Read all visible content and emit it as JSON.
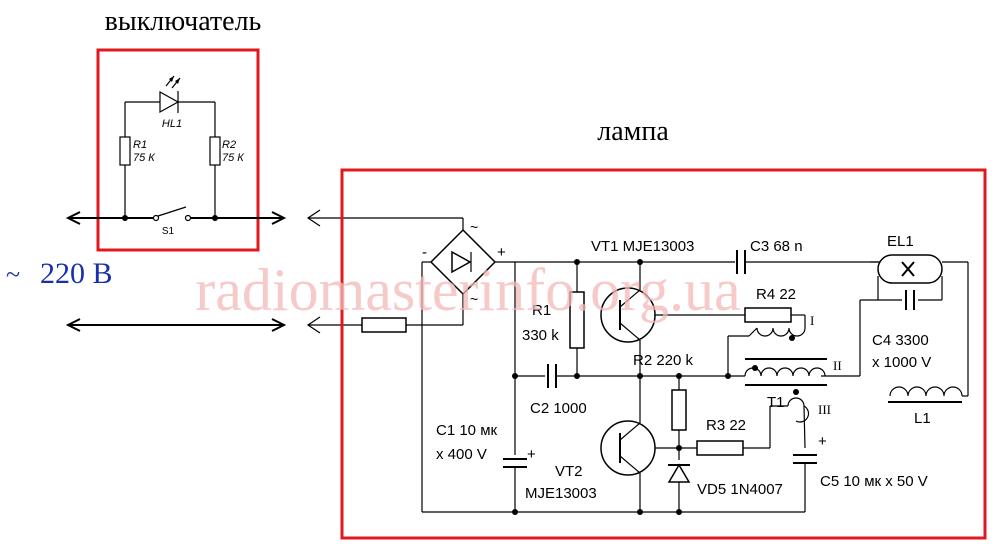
{
  "switch_title": "выключатель",
  "lamp_title": "лампа",
  "mains": "220 В",
  "watermark": "radiomasterinfo.org.ua",
  "colors": {
    "frame": "#e0191f",
    "watermark": "#f4b8b8",
    "mains": "#1a2fb0"
  },
  "switch_parts": {
    "hl1": "HL1",
    "r1": "R1",
    "r1_val": "75 К",
    "r2": "R2",
    "r2_val": "75 К",
    "s1": "S1"
  },
  "lamp_parts": {
    "vt1": "VT1 MJE13003",
    "c3": "C3 68 n",
    "el1": "EL1",
    "r1": "R1",
    "r1_val": "330 k",
    "r4": "R4 22",
    "c4": "C4 3300",
    "c4_val": "x 1000 V",
    "r2": "R2 220 k",
    "c2": "C2 1000",
    "t1": "T1",
    "w1": "I",
    "w2": "II",
    "w3": "III",
    "l1": "L1",
    "r3": "R3 22",
    "c1": "C1 10 мк",
    "c1_val": "x 400 V",
    "vt2": "VT2",
    "vt2_type": "MJE13003",
    "vd5": "VD5 1N4007",
    "c5": "C5 10 мк x 50 V",
    "plus": "+",
    "minus": "-",
    "tilde": "~"
  }
}
